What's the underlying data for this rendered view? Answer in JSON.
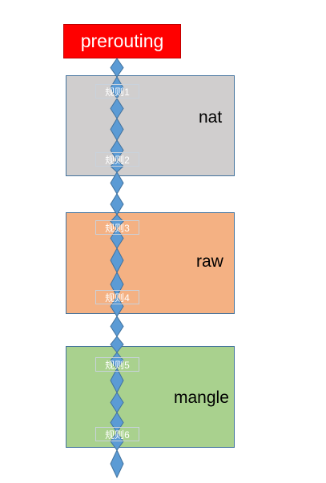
{
  "header": {
    "title": "prerouting"
  },
  "tables": [
    {
      "name": "nat",
      "color": "#d0cece",
      "rules": [
        "规则1",
        "规则2"
      ]
    },
    {
      "name": "raw",
      "color": "#f4b183",
      "rules": [
        "规则3",
        "规则4"
      ]
    },
    {
      "name": "mangle",
      "color": "#a9d18e",
      "rules": [
        "规则5",
        "规则6"
      ]
    }
  ],
  "colors": {
    "header": "#ff0000",
    "connector": "#5b9bd5",
    "border": "#41719c"
  }
}
